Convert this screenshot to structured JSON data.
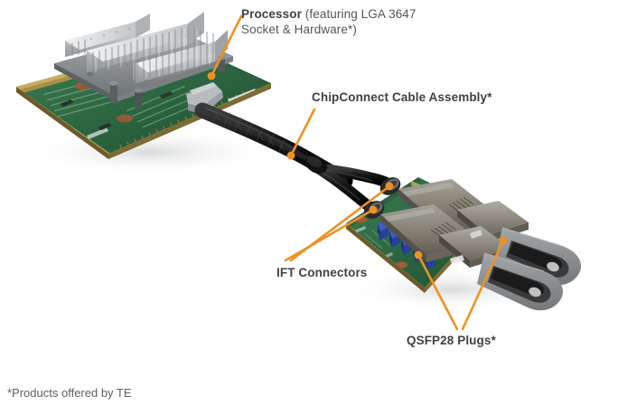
{
  "figure": {
    "background_color": "#ffffff",
    "accent_color": "#ef9122",
    "text_color": "#53565a",
    "heading_color": "#3f4145"
  },
  "callouts": [
    {
      "id": "processor",
      "bold_label": "Processor",
      "detail": " (featuring LGA 3647\nSocket & Hardware*)",
      "full_text": "Processor (featuring LGA 3647 Socket & Hardware*)"
    },
    {
      "id": "chipconnect",
      "label": "ChipConnect Cable Assembly*"
    },
    {
      "id": "ift",
      "label": "IFT Connectors"
    },
    {
      "id": "qsfp",
      "label": "QSFP28 Plugs*"
    }
  ],
  "footnote": "*Products offered by TE",
  "hardware": {
    "processor_board": {
      "pcb_color": "#2f6b45",
      "edge_connector_color": "#c9a85c",
      "heatsink_color": "#c8cacb",
      "heatsink_fin_color": "#9ea2a5"
    },
    "cable": {
      "jacket_color": "#1a1a1a",
      "branch_count": 2
    },
    "io_board": {
      "pcb_color": "#2e6b46",
      "capacitor_color": "#2f4fa8",
      "capacitor_count": 5,
      "shield_color": "#8c8a82",
      "pull_tab_color": "#8e9194",
      "module_count": 2
    }
  }
}
